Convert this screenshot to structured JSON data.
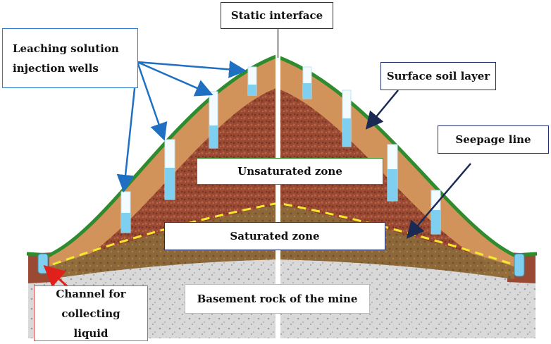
{
  "labels": {
    "static_interface": "Static interface",
    "injection_wells": "Leaching solution injection wells",
    "surface_soil_layer": "Surface soil layer",
    "seepage_line": "Seepage line",
    "unsaturated_zone": "Unsaturated zone",
    "saturated_zone": "Saturated zone",
    "collecting_channel": "Channel for collecting liquid",
    "basement_rock": "Basement rock of the mine"
  },
  "colors": {
    "vegetation": "#2e8b2e",
    "topsoil": "#d2935a",
    "ore_body": "#9a4a33",
    "saturated_layer": "#8b6a3a",
    "bedrock": "#d6d6d6",
    "seepage_line": "#f2ea2a",
    "arrow_blue": "#1f6fc2",
    "arrow_red": "#e0201a",
    "arrow_navy": "#1a2a55",
    "well_fluid": "#7fd0f0",
    "box_blue_border": "#2a7fd0",
    "box_green_border": "#2f8f2f",
    "box_red_border": "#e05555",
    "box_dark_border": "#333333",
    "box_navy_border": "#203070"
  },
  "icons": [
    "arrow-icon",
    "injection-well-icon"
  ]
}
